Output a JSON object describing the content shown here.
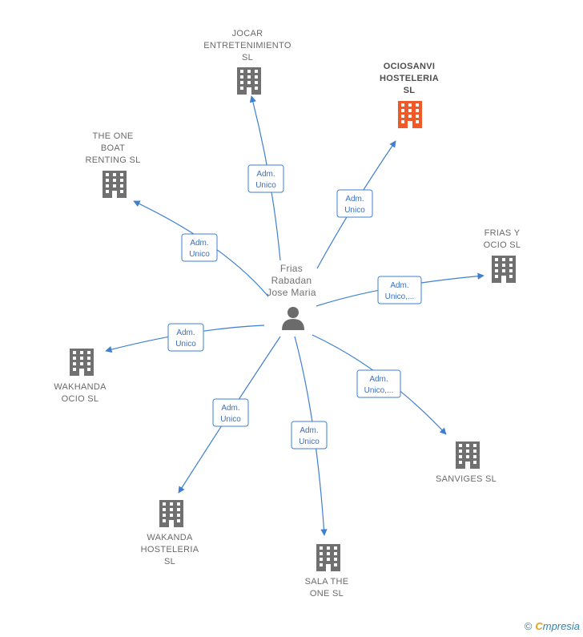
{
  "center": {
    "name_lines": [
      "Frias",
      "Rabadan",
      "Jose Maria"
    ],
    "icon": "person-icon"
  },
  "companies": [
    {
      "id": "jocar",
      "lines": [
        "JOCAR",
        "ENTRETENIMIENTO",
        "SL"
      ],
      "role": [
        "Adm.",
        "Unico"
      ],
      "highlight": false
    },
    {
      "id": "ociosanvi",
      "lines": [
        "OCIOSANVI",
        "HOSTELERIA",
        "SL"
      ],
      "role": [
        "Adm.",
        "Unico"
      ],
      "highlight": true
    },
    {
      "id": "the-one-boat",
      "lines": [
        "THE ONE",
        "BOAT",
        "RENTING  SL"
      ],
      "role": [
        "Adm.",
        "Unico"
      ],
      "highlight": false
    },
    {
      "id": "frias-y-ocio",
      "lines": [
        "FRIAS Y",
        "OCIO  SL"
      ],
      "role": [
        "Adm.",
        "Unico,..."
      ],
      "highlight": false
    },
    {
      "id": "wakhanda",
      "lines": [
        "WAKHANDA",
        "OCIO  SL"
      ],
      "role": [
        "Adm.",
        "Unico"
      ],
      "highlight": false
    },
    {
      "id": "sanviges",
      "lines": [
        "SANVIGES  SL"
      ],
      "role": [
        "Adm.",
        "Unico,..."
      ],
      "highlight": false
    },
    {
      "id": "wakanda",
      "lines": [
        "WAKANDA",
        "HOSTELERIA",
        "SL"
      ],
      "role": [
        "Adm.",
        "Unico"
      ],
      "highlight": false
    },
    {
      "id": "sala-the-one",
      "lines": [
        "SALA THE",
        "ONE SL"
      ],
      "role": [
        "Adm.",
        "Unico"
      ],
      "highlight": false
    }
  ],
  "colors": {
    "edge": "#3f7fd0",
    "building": "#707070",
    "building_highlight": "#f05a28",
    "person": "#6b6b6b"
  },
  "footer": {
    "copyright": "©",
    "brand_first": "C",
    "brand_rest": "mpresia"
  }
}
